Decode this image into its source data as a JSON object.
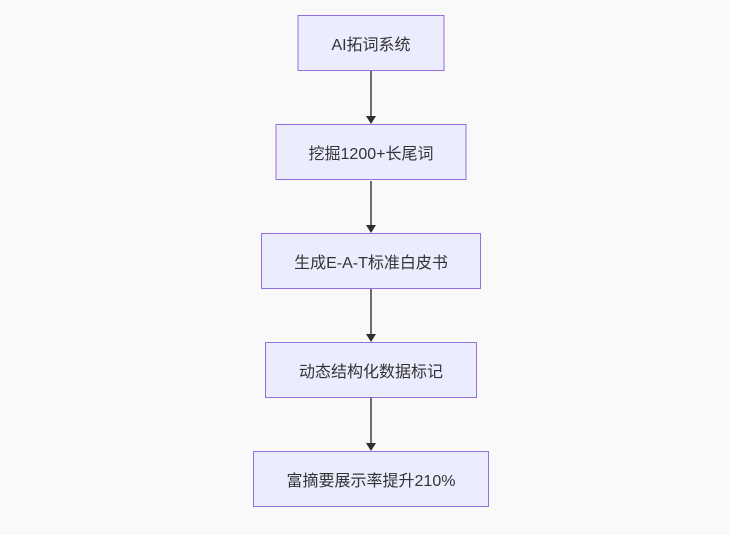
{
  "diagram": {
    "type": "flowchart",
    "direction": "top-down",
    "nodes": [
      {
        "id": "A",
        "label": "AI拓词系统"
      },
      {
        "id": "B",
        "label": "挖掘1200+长尾词"
      },
      {
        "id": "C",
        "label": "生成E-A-T标准白皮书"
      },
      {
        "id": "D",
        "label": "动态结构化数据标记"
      },
      {
        "id": "E",
        "label": "富摘要展示率提升210%"
      }
    ],
    "edges": [
      {
        "from": "A",
        "to": "B"
      },
      {
        "from": "B",
        "to": "C"
      },
      {
        "from": "C",
        "to": "D"
      },
      {
        "from": "D",
        "to": "E"
      }
    ],
    "colors": {
      "node_fill": "#ECECFF",
      "node_border": "#9370DB",
      "node_text": "#333333",
      "edge_line": "#6E6E6E",
      "arrowhead": "#2F2F2F",
      "canvas_background": "#F9F9F9"
    }
  }
}
